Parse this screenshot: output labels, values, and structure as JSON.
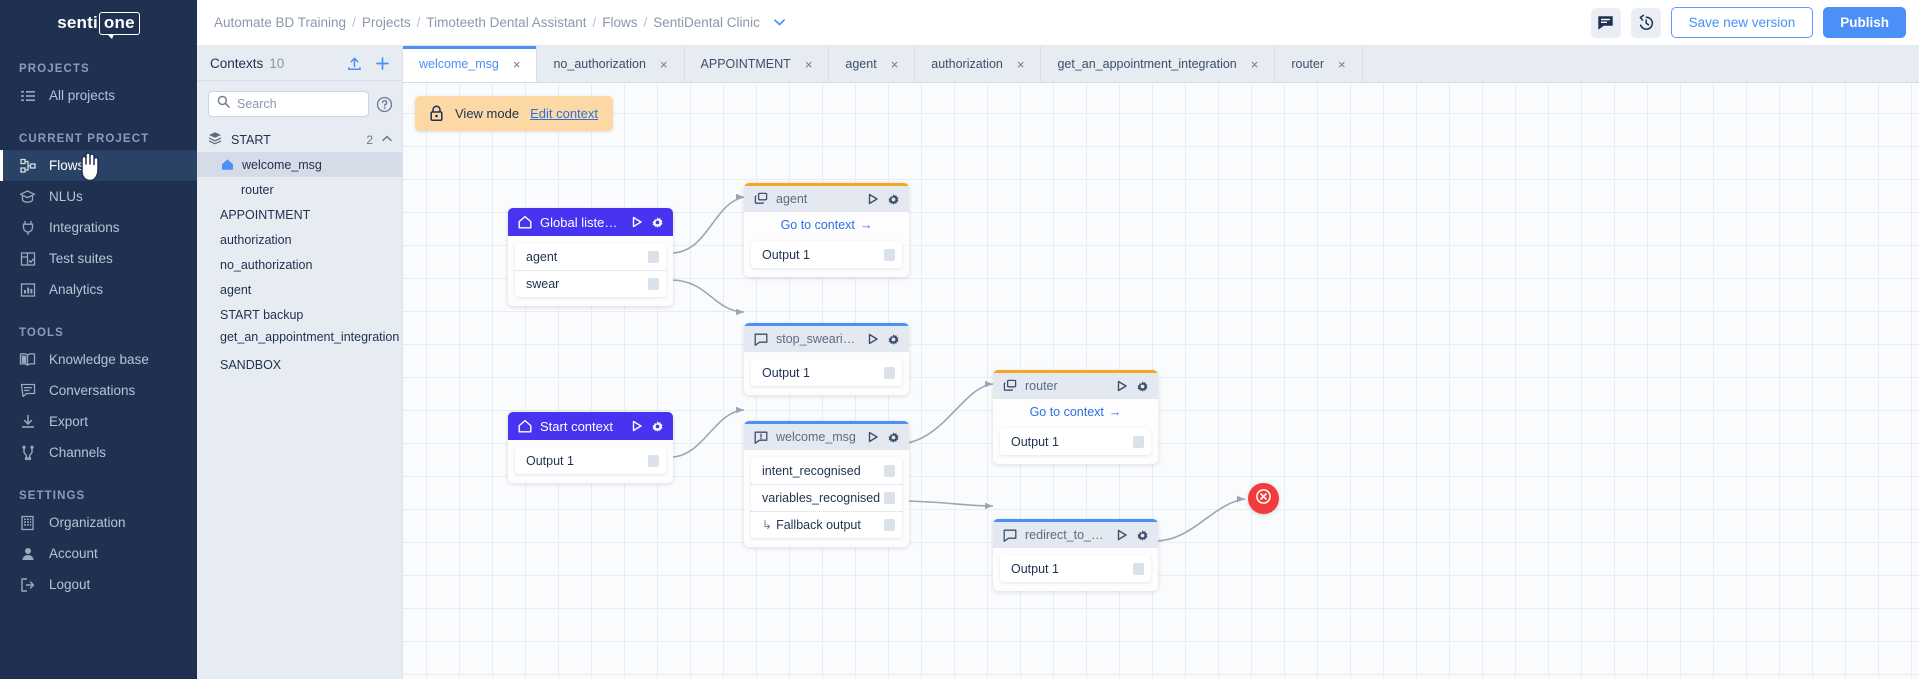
{
  "sidebar": {
    "logo": {
      "part1": "senti",
      "part2": "one"
    },
    "sections": [
      {
        "title": "PROJECTS",
        "items": [
          {
            "label": "All projects",
            "icon": "list-icon",
            "active": false
          }
        ]
      },
      {
        "title": "CURRENT PROJECT",
        "items": [
          {
            "label": "Flows",
            "icon": "flows-icon",
            "active": true
          },
          {
            "label": "NLUs",
            "icon": "nlu-icon",
            "active": false
          },
          {
            "label": "Integrations",
            "icon": "plug-icon",
            "active": false
          },
          {
            "label": "Test suites",
            "icon": "checklist-icon",
            "active": false
          },
          {
            "label": "Analytics",
            "icon": "chart-icon",
            "active": false
          }
        ]
      },
      {
        "title": "TOOLS",
        "items": [
          {
            "label": "Knowledge base",
            "icon": "book-icon",
            "active": false
          },
          {
            "label": "Conversations",
            "icon": "chat-icon",
            "active": false
          },
          {
            "label": "Export",
            "icon": "download-icon",
            "active": false
          },
          {
            "label": "Channels",
            "icon": "channels-icon",
            "active": false
          }
        ]
      },
      {
        "title": "SETTINGS",
        "items": [
          {
            "label": "Organization",
            "icon": "building-icon",
            "active": false
          },
          {
            "label": "Account",
            "icon": "person-icon",
            "active": false
          },
          {
            "label": "Logout",
            "icon": "logout-icon",
            "active": false
          }
        ]
      }
    ]
  },
  "topbar": {
    "breadcrumbs": [
      "Automate BD Training",
      "Projects",
      "Timoteeth Dental Assistant",
      "Flows",
      "SentiDental Clinic"
    ],
    "separator": "/",
    "chevron": "⌄",
    "comments_icon": "comment-icon",
    "history_icon": "history-icon",
    "save_label": "Save new version",
    "publish_label": "Publish",
    "accent_color": "#4a90f7"
  },
  "contexts": {
    "title": "Contexts",
    "count": "10",
    "upload_icon": "upload-icon",
    "add_icon": "plus-icon",
    "search_placeholder": "Search",
    "search_value": "",
    "help_icon": "question-icon",
    "group": {
      "label": "START",
      "count": "2",
      "icon": "layers-icon",
      "chevron": "⌃"
    },
    "items": [
      {
        "label": "welcome_msg",
        "selected": true,
        "home": true,
        "indent": true
      },
      {
        "label": "router",
        "selected": false,
        "home": false,
        "indent": true
      },
      {
        "label": "APPOINTMENT",
        "selected": false,
        "home": false,
        "indent": false
      },
      {
        "label": "authorization",
        "selected": false,
        "home": false,
        "indent": false
      },
      {
        "label": "no_authorization",
        "selected": false,
        "home": false,
        "indent": false
      },
      {
        "label": "agent",
        "selected": false,
        "home": false,
        "indent": false
      },
      {
        "label": "START backup",
        "selected": false,
        "home": false,
        "indent": false
      },
      {
        "label": "get_an_appointment_integration",
        "selected": false,
        "home": false,
        "indent": false,
        "wrap": true
      },
      {
        "label": "SANDBOX",
        "selected": false,
        "home": false,
        "indent": false
      }
    ]
  },
  "tabs": [
    {
      "label": "welcome_msg",
      "active": true,
      "close": "×"
    },
    {
      "label": "no_authorization",
      "active": false,
      "close": "×"
    },
    {
      "label": "APPOINTMENT",
      "active": false,
      "close": "×"
    },
    {
      "label": "agent",
      "active": false,
      "close": "×"
    },
    {
      "label": "authorization",
      "active": false,
      "close": "×"
    },
    {
      "label": "get_an_appointment_integration",
      "active": false,
      "close": "×"
    },
    {
      "label": "router",
      "active": false,
      "close": "×"
    }
  ],
  "view_mode": {
    "label": "View mode",
    "link": "Edit context",
    "icon": "lock-icon",
    "background": "#fcd9a4"
  },
  "nodes": [
    {
      "id": "global-listener",
      "title": "Global listener",
      "style": "solid",
      "header_color": "#4733f0",
      "icon": "home-icon",
      "ports": [
        "agent",
        "swear"
      ],
      "goto": null
    },
    {
      "id": "agent",
      "title": "agent",
      "style": "accent",
      "header_color": "#f5a623",
      "icon": "context-link-icon",
      "goto": "Go to context",
      "ports": [
        "Output 1"
      ]
    },
    {
      "id": "stop-swearing-pls",
      "title": "stop_swearing_pls",
      "style": "accent",
      "header_color": "#4a90f7",
      "icon": "message-icon",
      "goto": null,
      "ports": [
        "Output 1"
      ]
    },
    {
      "id": "start-context",
      "title": "Start context",
      "style": "solid",
      "header_color": "#4733f0",
      "icon": "home-icon",
      "goto": null,
      "ports": [
        "Output 1"
      ]
    },
    {
      "id": "welcome-msg",
      "title": "welcome_msg",
      "style": "accent",
      "header_color": "#4a90f7",
      "icon": "message-alert-icon",
      "goto": null,
      "ports": [
        "intent_recognised",
        "variables_recognised",
        "Fallback output"
      ]
    },
    {
      "id": "router",
      "title": "router",
      "style": "accent",
      "header_color": "#f5a623",
      "icon": "context-link-icon",
      "goto": "Go to context",
      "ports": [
        "Output 1"
      ]
    },
    {
      "id": "redirect-to-agent",
      "title": "redirect_to_agent",
      "style": "accent",
      "header_color": "#4a90f7",
      "icon": "message-icon",
      "goto": null,
      "ports": [
        "Output 1"
      ]
    }
  ],
  "node_actions": {
    "run_icon": "play-icon",
    "settings_icon": "gear-icon"
  },
  "end_node": {
    "icon": "close-circle-icon",
    "color": "#f23c3c"
  },
  "port_fallback_prefix": "↳"
}
